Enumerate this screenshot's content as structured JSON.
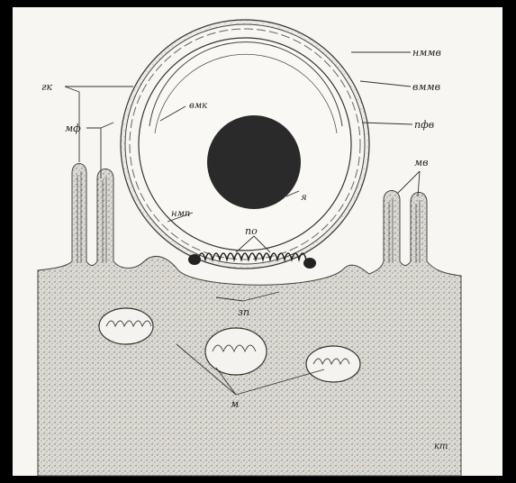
{
  "figure": {
    "background_color": "#000000",
    "panel_color": "#f7f6f2",
    "cytoplasm_color": "#dcdad3",
    "nucleus_color": "#2a2a2a",
    "line_color": "#333333"
  },
  "labels": {
    "gk": "гк",
    "mf": "мф",
    "vmk": "вмк",
    "nmmv": "нммв",
    "vmmv": "вммв",
    "pfv": "пфв",
    "mv": "мв",
    "nmp": "нмп",
    "ya": "я",
    "po": "по",
    "zp": "зп",
    "m": "м",
    "kt": "кт"
  }
}
